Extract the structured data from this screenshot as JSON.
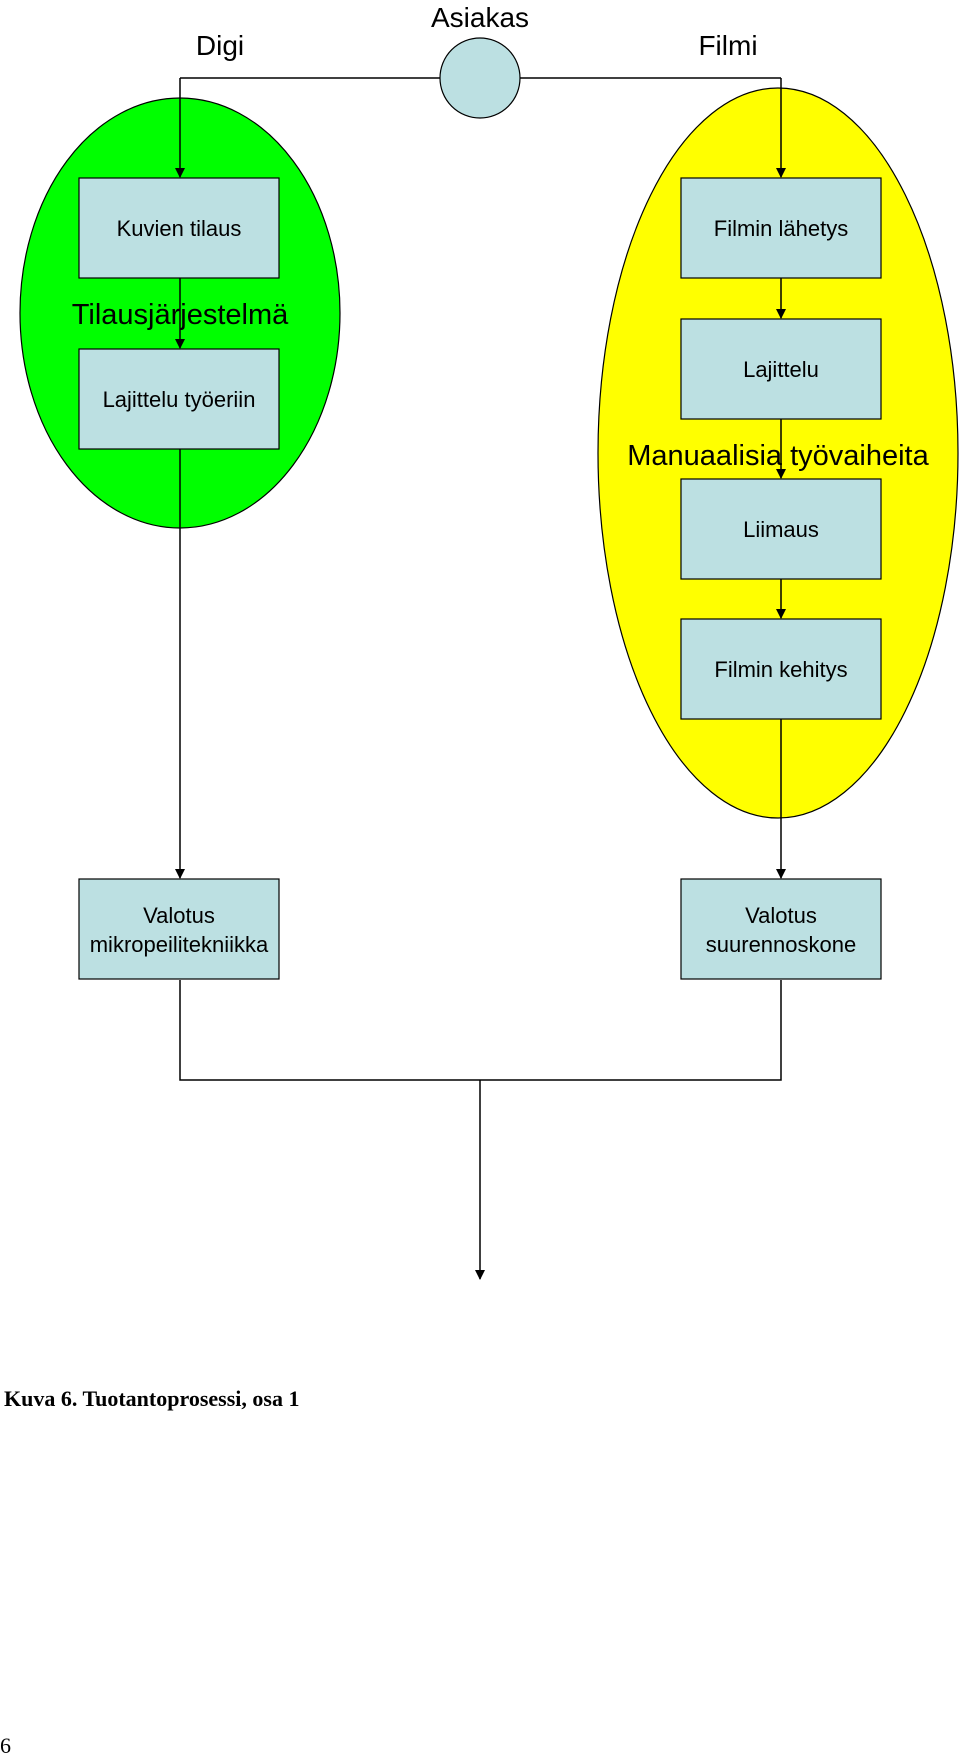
{
  "labels": {
    "asiakas": "Asiakas",
    "digi": "Digi",
    "filmi": "Filmi",
    "tilausjarjestelma": "Tilausjärjestelmä",
    "manuaalisia": "Manuaalisia työvaiheita"
  },
  "boxes": {
    "kuvien_tilaus": "Kuvien tilaus",
    "lajittelu_tyoeriin": "Lajittelu työeriin",
    "filmin_lahetys": "Filmin lähetys",
    "lajittelu": "Lajittelu",
    "liimaus": "Liimaus",
    "filmin_kehitys": "Filmin kehitys",
    "valotus_mikro": [
      "Valotus",
      "mikropeilitekniikka"
    ],
    "valotus_suurennos": [
      "Valotus",
      "suurennoskone"
    ]
  },
  "caption": "Kuva 6. Tuotantoprosessi, osa 1",
  "page_number": "6",
  "colors": {
    "box_fill": "#BCE0E2",
    "green_ellipse": "#00FF00",
    "yellow_ellipse": "#FFFF00",
    "circle_fill": "#BCE0E2",
    "stroke": "#000000"
  }
}
